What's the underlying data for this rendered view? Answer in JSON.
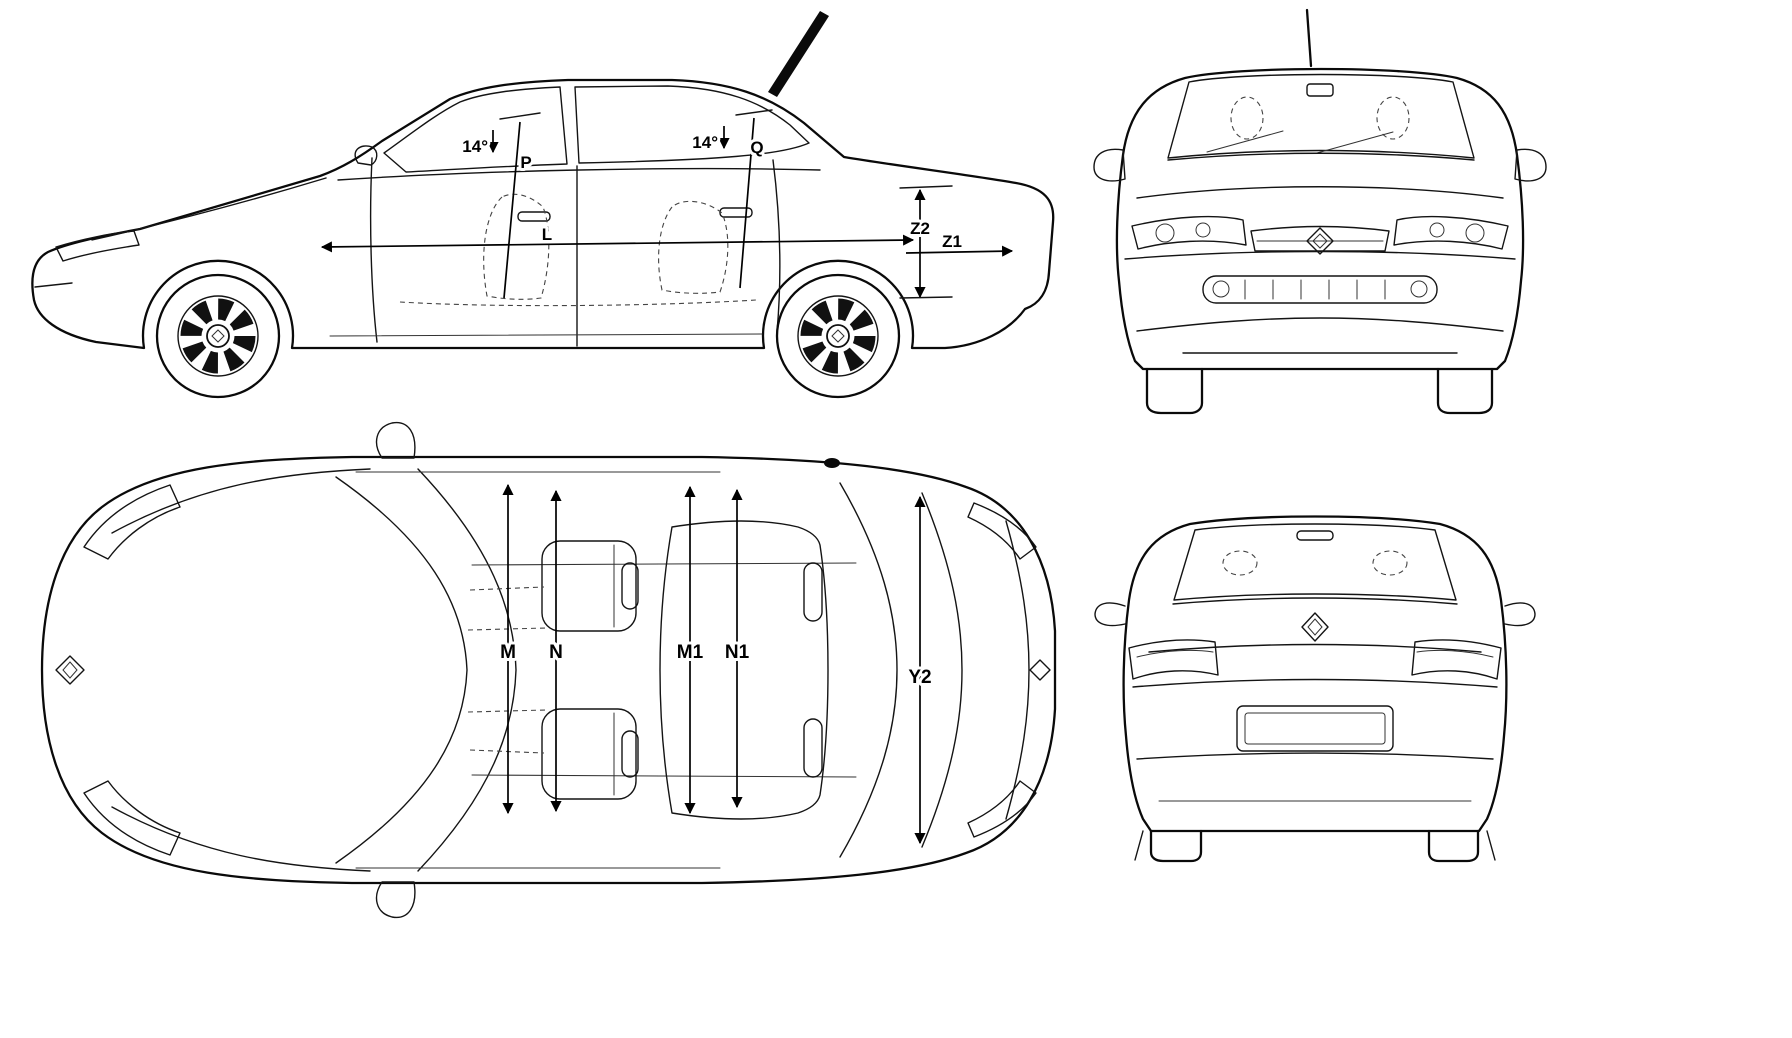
{
  "canvas": {
    "background": "#ffffff",
    "ink": "#0a0a0a"
  },
  "labels": {
    "side": {
      "angle_front": "14°",
      "p": "P",
      "angle_rear": "14°",
      "q": "Q",
      "l": "L",
      "z2": "Z2",
      "z1": "Z1"
    },
    "top": {
      "m": "M",
      "n": "N",
      "m1": "M1",
      "n1": "N1",
      "y2": "Y2"
    }
  }
}
